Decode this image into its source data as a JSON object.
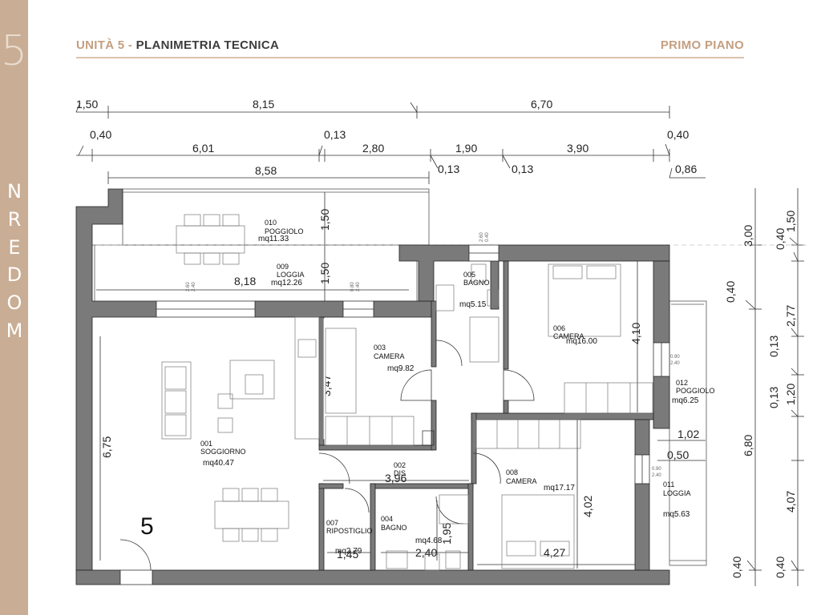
{
  "header": {
    "unit": "UNITÀ 5",
    "separator": " - ",
    "title": "PLANIMETRIA TECNICA",
    "floor": "PRIMO PIANO"
  },
  "sidebar": {
    "number": "5",
    "brand_letters": [
      "M",
      "O",
      "D",
      "E",
      "R",
      "N"
    ]
  },
  "plan": {
    "unit_number": "5",
    "rooms": {
      "poggiolo_010": {
        "code": "010",
        "name": "POGGIOLO",
        "area": "mq11.33"
      },
      "loggia_009": {
        "code": "009",
        "name": "LOGGIA",
        "area": "mq12.26"
      },
      "bagno_005": {
        "code": "005",
        "name": "BAGNO",
        "area": "mq5.15"
      },
      "camera_006": {
        "code": "006",
        "name": "CAMERA",
        "area": "mq16.00"
      },
      "camera_003": {
        "code": "003",
        "name": "CAMERA",
        "area": "mq9.82"
      },
      "soggiorno_001": {
        "code": "001",
        "name": "SOGGIORNO",
        "area": "mq40.47"
      },
      "dis_002": {
        "code": "002",
        "name": "DIS",
        "area": ""
      },
      "camera_008": {
        "code": "008",
        "name": "CAMERA",
        "area": "mq17.17"
      },
      "poggiolo_012": {
        "code": "012",
        "name": "POGGIOLO",
        "area": "mq6.25"
      },
      "loggia_011": {
        "code": "011",
        "name": "LOGGIA",
        "area": "mq5.63"
      },
      "ripostiglio_007": {
        "code": "007",
        "name": "RIPOSTIGLIO",
        "area": "mq2.79"
      },
      "bagno_004": {
        "code": "004",
        "name": "BAGNO",
        "area": "mq4.68"
      }
    },
    "dimensions": {
      "top_1": [
        "1,50",
        "8,15",
        "6,70"
      ],
      "top_2": [
        "0,40",
        "6,01",
        "0,13",
        "2,80",
        "1,90",
        "3,90",
        "0,40"
      ],
      "top_3": [
        "8,58",
        "0,13",
        "0,13",
        "0,86"
      ],
      "right_1": [
        "3,00",
        "0,40",
        "6,80",
        "0,40"
      ],
      "right_2": [
        "1,50",
        "0,40",
        "2,77",
        "0,13",
        "1,20",
        "0,13",
        "4,07",
        "0,40"
      ],
      "interior": {
        "h150a": "1,50",
        "h150b": "1,50",
        "w818": "8,18",
        "h347": "3,47",
        "h675": "6,75",
        "h410": "4,10",
        "w102": "1,02",
        "w050": "0,50",
        "w396": "3,96",
        "h402": "4,02",
        "w427": "4,27",
        "h195": "1,95",
        "w240": "2,40",
        "w145": "1,45"
      },
      "sill_marks": [
        "2.60",
        "2.40",
        "0.80",
        "2.40",
        "2.60",
        "0.40",
        "0.90",
        "2.40",
        "0.90",
        "2.40"
      ]
    }
  }
}
